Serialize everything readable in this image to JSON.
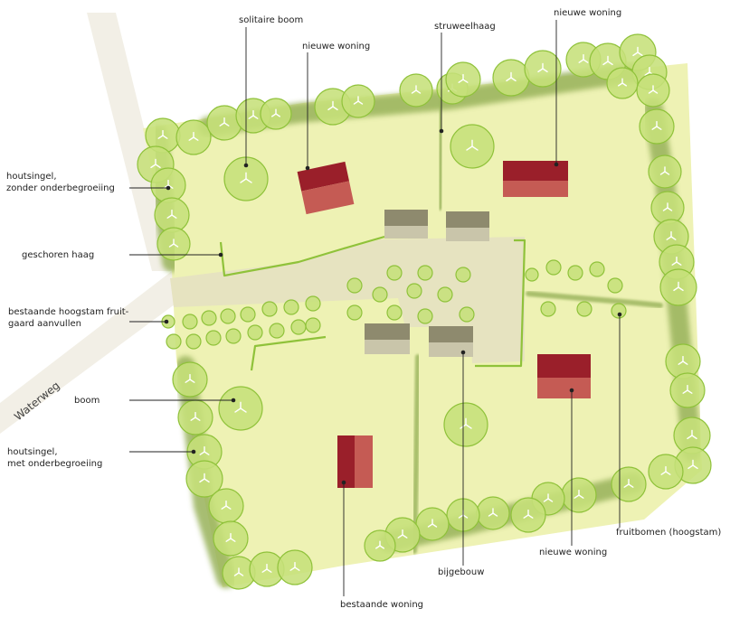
{
  "labels": {
    "solitaire_boom": "solitaire boom",
    "nieuwe_woning_1": "nieuwe woning",
    "struweelhaag": "struweelhaag",
    "nieuwe_woning_2": "nieuwe woning",
    "houtsingel_zonder_1": "houtsingel,",
    "houtsingel_zonder_2": "zonder onderbegroeiing",
    "geschoren_haag": "geschoren haag",
    "hoogstam_1": "bestaande hoogstam fruit-",
    "hoogstam_2": "gaard aanvullen",
    "waterweg": "Waterweg",
    "boom": "boom",
    "houtsingel_met_1": "houtsingel,",
    "houtsingel_met_2": "met onderbegroeiing",
    "fruitbomen": "fruitbomen (hoogstam)",
    "nieuwe_woning_3": "nieuwe woning",
    "bijgebouw": "bijgebouw",
    "bestaande_woning": "bestaande woning"
  },
  "colors": {
    "field": "#eef2b4",
    "road": "#f2efe6",
    "path": "#e6e3c0",
    "tree": "#c6e07a",
    "tree_stroke": "#8fc23a",
    "hedge": "#98b25a",
    "roof": "#9a1f2a",
    "roof_light": "#c55b54",
    "annex_dark": "#8e8a6e",
    "annex_light": "#c9c5aa"
  }
}
